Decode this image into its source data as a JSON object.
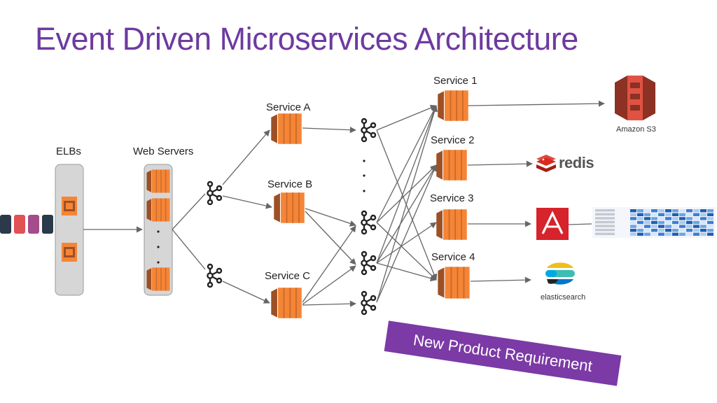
{
  "title": "Event Driven Microservices Architecture",
  "labels": {
    "elbs": "ELBs",
    "web_servers": "Web Servers",
    "service_a": "Service A",
    "service_b": "Service B",
    "service_c": "Service C",
    "service_1": "Service 1",
    "service_2": "Service 2",
    "service_3": "Service 3",
    "service_4": "Service 4"
  },
  "datastores": {
    "s3_caption": "Amazon S3",
    "redis_text": "redis",
    "elasticsearch_caption": "elasticsearch"
  },
  "banner": "New Product Requirement",
  "colors": {
    "title": "#6e3aa0",
    "aws_orange": "#f58536",
    "aws_dark_orange": "#9d5025",
    "s3_red": "#e05243",
    "redis_red": "#d82c20",
    "angular_red": "#d6232c",
    "banner": "#7b3aa5",
    "panel": "#d6d6d6",
    "event_blocks": [
      "#2a3a4a",
      "#e05254",
      "#a44c8c",
      "#2a3a4a"
    ]
  },
  "icons": [
    "kafka-icon",
    "aws-ec2-icon",
    "amazon-s3-icon",
    "redis-icon",
    "angular-icon",
    "elasticsearch-icon",
    "table-thumbnail-icon"
  ]
}
